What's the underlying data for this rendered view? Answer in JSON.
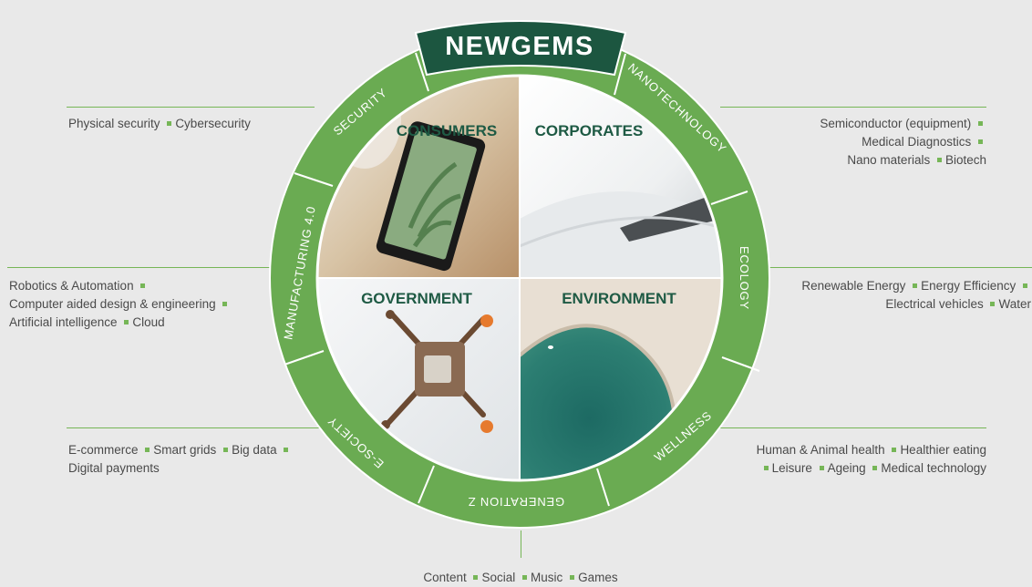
{
  "title": "NEWGEMS",
  "quadrants": {
    "consumers": "CONSUMERS",
    "corporates": "CORPORATES",
    "government": "GOVERNMENT",
    "environment": "ENVIRONMENT"
  },
  "ring_segments": {
    "security": "SECURITY",
    "nanotechnology": "NANOTECHNOLOGY",
    "ecology": "ECOLOGY",
    "wellness": "WELLNESS",
    "generation_z": "GENERATION Z",
    "e_society": "E-SOCIETY",
    "manufacturing": "MANUFACTURING 4.0"
  },
  "notes": {
    "security": [
      "Physical security",
      "Cybersecurity"
    ],
    "nanotechnology": [
      "Semiconductor (equipment)",
      "Medical Diagnostics",
      "Nano materials",
      "Biotech"
    ],
    "manufacturing": [
      "Robotics & Automation",
      "Computer aided design & engineering",
      "Artificial intelligence",
      "Cloud"
    ],
    "ecology": [
      "Renewable Energy",
      "Energy Efficiency",
      "Electrical vehicles",
      "Water"
    ],
    "e_society": [
      "E-commerce",
      "Smart grids",
      "Big data",
      "Digital payments"
    ],
    "wellness": [
      "Human & Animal health",
      "Healthier eating",
      "Leisure",
      "Ageing",
      "Medical technology"
    ],
    "generation_z": [
      "Content",
      "Social",
      "Music",
      "Games"
    ]
  },
  "colors": {
    "ring": "#6aab52",
    "ring_dark": "#1c5640",
    "quadrant_label": "#1e5a44",
    "separator": "#76b657"
  }
}
